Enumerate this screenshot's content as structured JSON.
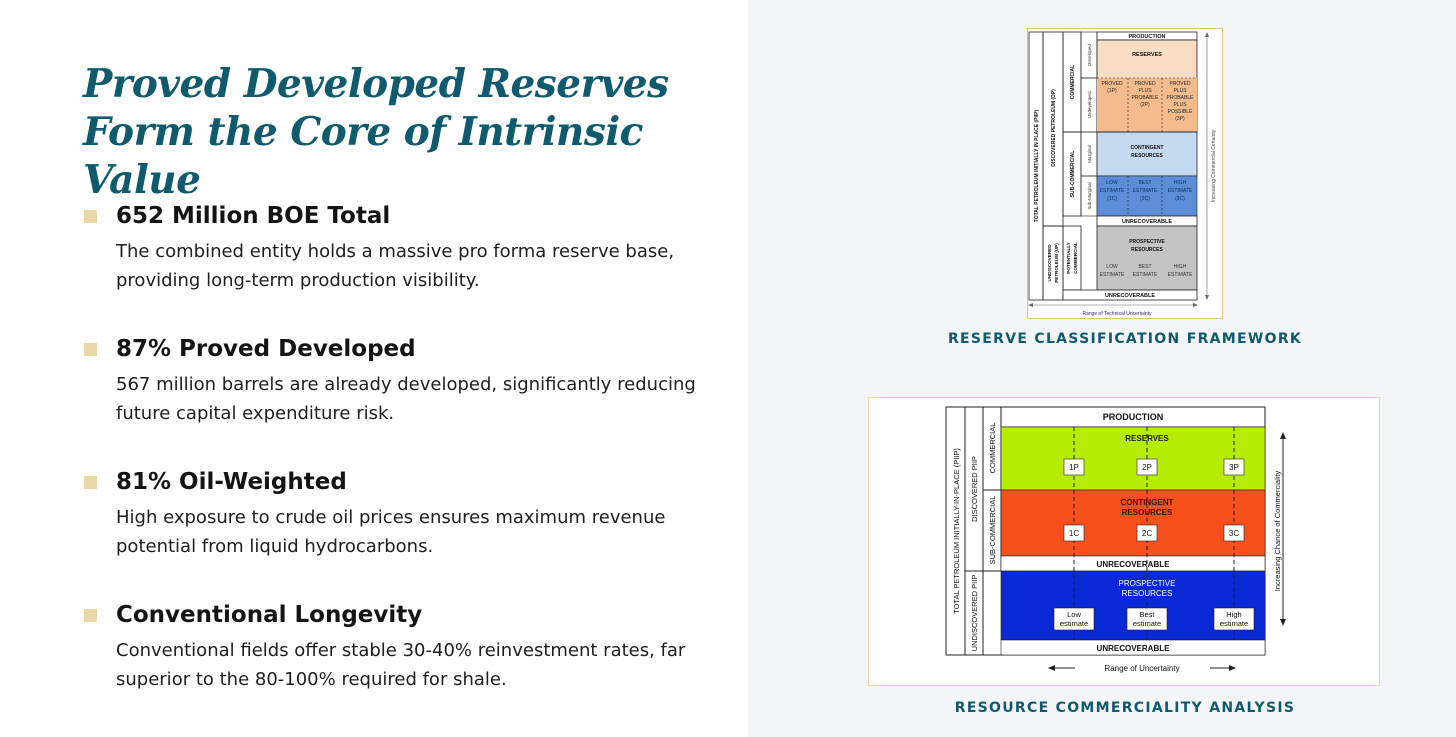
{
  "title": "Proved Developed Reserves Form the Core of Intrinsic Value",
  "items": [
    {
      "heading": "652 Million BOE Total",
      "body": "The combined entity holds a massive pro forma reserve base, providing long-term production visibility."
    },
    {
      "heading": "87% Proved Developed",
      "body": "567 million barrels are already developed, significantly reducing future capital expenditure risk."
    },
    {
      "heading": "81% Oil-Weighted",
      "body": "High exposure to crude oil prices ensures maximum revenue potential from liquid hydrocarbons."
    },
    {
      "heading": "Conventional Longevity",
      "body": "Conventional fields offer stable 30-40% reinvestment rates, far superior to the 80-100% required for shale."
    }
  ],
  "figure1": {
    "caption": "RESERVE CLASSIFICATION FRAMEWORK",
    "labels": {
      "production": "PRODUCTION",
      "reserves": "RESERVES",
      "proved": "PROVED (1P)",
      "proved_probable": "PROVED PLUS PROBABLE (2P)",
      "proved_probable_possible": "PROVED PLUS PROBABLE PLUS POSSIBLE (3P)",
      "contingent": "CONTINGENT RESOURCES",
      "low": "LOW ESTIMATE (1C)",
      "best": "BEST ESTIMATE (2C)",
      "high": "HIGH ESTIMATE (3C)",
      "unrecoverable": "UNRECOVERABLE",
      "prospective": "PROSPECTIVE RESOURCES",
      "low_p": "LOW ESTIMATE",
      "best_p": "BEST ESTIMATE",
      "high_p": "HIGH ESTIMATE",
      "range": "Range of Technical Uncertainty",
      "increasing": "Increasing Commercial Certainty",
      "total": "TOTAL PETROLEUM INITIALLY IN PLACE (PIIP)",
      "discovered": "DISCOVERED PETROLEUM (DP)",
      "undiscovered": "UNDISCOVERED PETROLEUM (UP)",
      "commercial": "COMMERCIAL",
      "subcommercial": "SUB-COMMERCIAL",
      "potentially": "POTENTIALLY COMMERCIAL",
      "developed": "Developed",
      "undeveloped": "Undeveloped",
      "marginal": "Marginal",
      "submarginal": "Sub-Marginal"
    }
  },
  "figure2": {
    "caption": "RESOURCE COMMERCIALITY ANALYSIS",
    "labels": {
      "production": "PRODUCTION",
      "reserves": "RESERVES",
      "p1": "1P",
      "p2": "2P",
      "p3": "3P",
      "contingent1": "CONTINGENT",
      "contingent2": "RESOURCES",
      "c1": "1C",
      "c2": "2C",
      "c3": "3C",
      "unrecoverable": "UNRECOVERABLE",
      "prospective1": "PROSPECTIVE",
      "prospective2": "RESOURCES",
      "low1": "Low",
      "low2": "estimate",
      "best1": "Best",
      "best2": "estimate",
      "high1": "High",
      "high2": "estimate",
      "range": "Range of Uncertainty",
      "increasing": "Increasing Chance of Commerciality",
      "total": "TOTAL PETROLEUM INITIALLY-IN-PLACE (PIIP)",
      "discovered": "DISCOVERED PIIP",
      "undiscovered": "UNDISCOVERED PIIP",
      "commercial": "COMMERCIAL",
      "subcommercial": "SUB-COMMERCIAL"
    },
    "colors": {
      "reserves": "#b5ec04",
      "contingent": "#f7501c",
      "prospective": "#0a29d6"
    }
  }
}
